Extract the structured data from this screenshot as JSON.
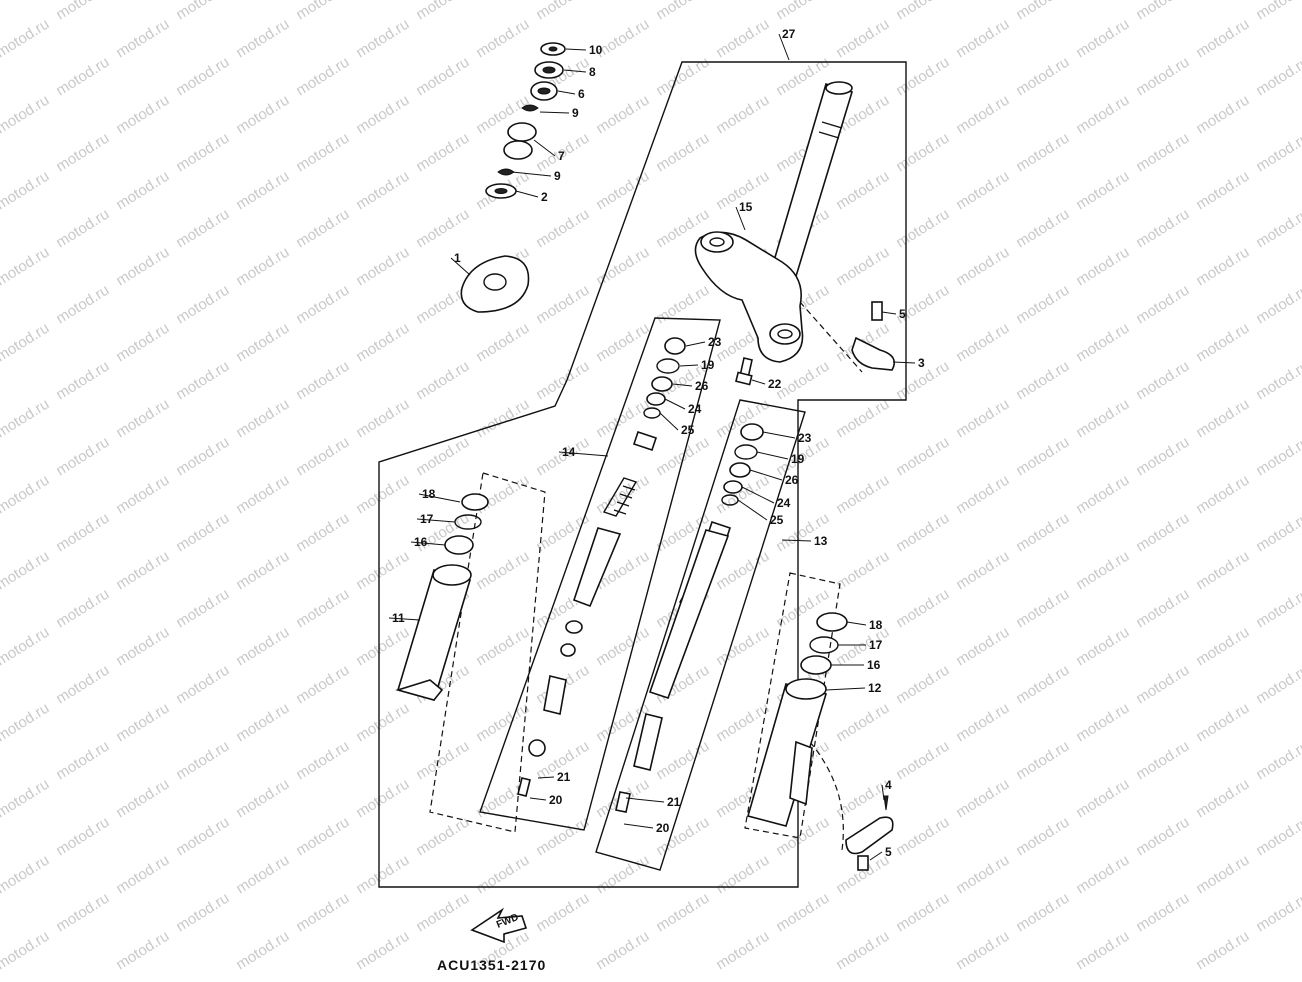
{
  "diagram": {
    "watermark": "motod.ru",
    "fwd_label": "FWD",
    "drawing_code": "ACU1351-2170",
    "callouts": [
      "27",
      "10",
      "8",
      "6",
      "9",
      "7",
      "9",
      "2",
      "1",
      "15",
      "5",
      "3",
      "22",
      "23",
      "19",
      "26",
      "24",
      "25",
      "14",
      "23",
      "19",
      "26",
      "24",
      "25",
      "13",
      "18",
      "17",
      "16",
      "11",
      "21",
      "20",
      "21",
      "20",
      "18",
      "17",
      "16",
      "12",
      "4",
      "5"
    ]
  }
}
